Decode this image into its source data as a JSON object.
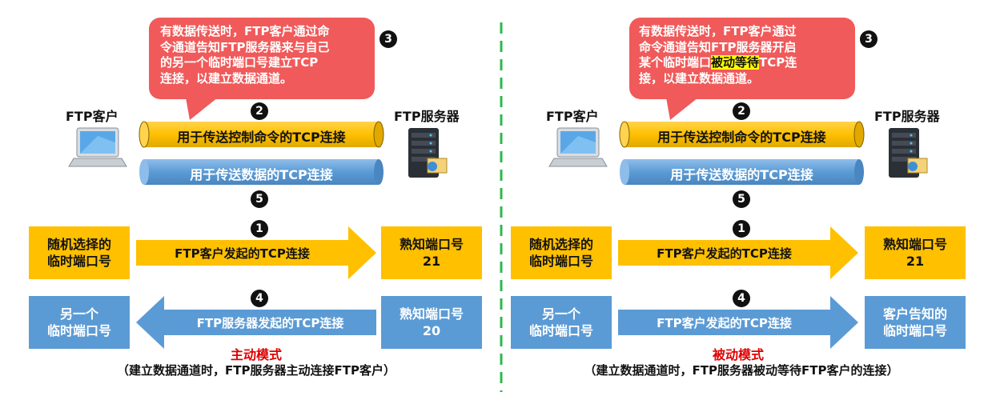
{
  "left": {
    "callout_lines": [
      "有数据传送时，FTP客户通过命",
      "令通道告知FTP服务器来与自己",
      "的另一个临时端口号建立TCP",
      "连接，以建立数据通道。"
    ],
    "client_label": "FTP客户",
    "server_label": "FTP服务器",
    "control_pipe": "用于传送控制命令的TCP连接",
    "data_pipe": "用于传送数据的TCP连接",
    "box_random": "随机选择的\n临时端口号",
    "arrow1": "FTP客户发起的TCP连接",
    "box_known21": "熟知端口号\n21",
    "box_other": "另一个\n临时端口号",
    "arrow2": "FTP服务器发起的TCP连接",
    "box_known20": "熟知端口号\n20",
    "mode_title": "主动模式",
    "mode_desc": "（建立数据通道时，FTP服务器主动连接FTP客户）"
  },
  "right": {
    "callout_line1": "有数据传送时，FTP客户通过",
    "callout_line2": "命令通道告知FTP服务器开启",
    "callout_line3_pre": "某个临时端口",
    "callout_line3_hl": "被动等待",
    "callout_line3_post": "TCP连",
    "callout_line4": "接，以建立数据通道。",
    "client_label": "FTP客户",
    "server_label": "FTP服务器",
    "control_pipe": "用于传送控制命令的TCP连接",
    "data_pipe": "用于传送数据的TCP连接",
    "box_random": "随机选择的\n临时端口号",
    "arrow1": "FTP客户发起的TCP连接",
    "box_known21": "熟知端口号\n21",
    "box_other": "另一个\n临时端口号",
    "arrow2": "FTP客户发起的TCP连接",
    "box_client_told": "客户告知的\n临时端口号",
    "mode_title": "被动模式",
    "mode_desc": "（建立数据通道时，FTP服务器被动等待FTP客户的连接）"
  },
  "step_numbers": [
    "1",
    "2",
    "3",
    "4",
    "5"
  ],
  "colors": {
    "callout": "#f05a5a",
    "yellow": "#ffc000",
    "blue": "#5b9bd5",
    "divider": "#2db84d",
    "mode_red": "#e00000"
  },
  "icons": {
    "client": "laptop-icon",
    "server": "server-icon"
  }
}
